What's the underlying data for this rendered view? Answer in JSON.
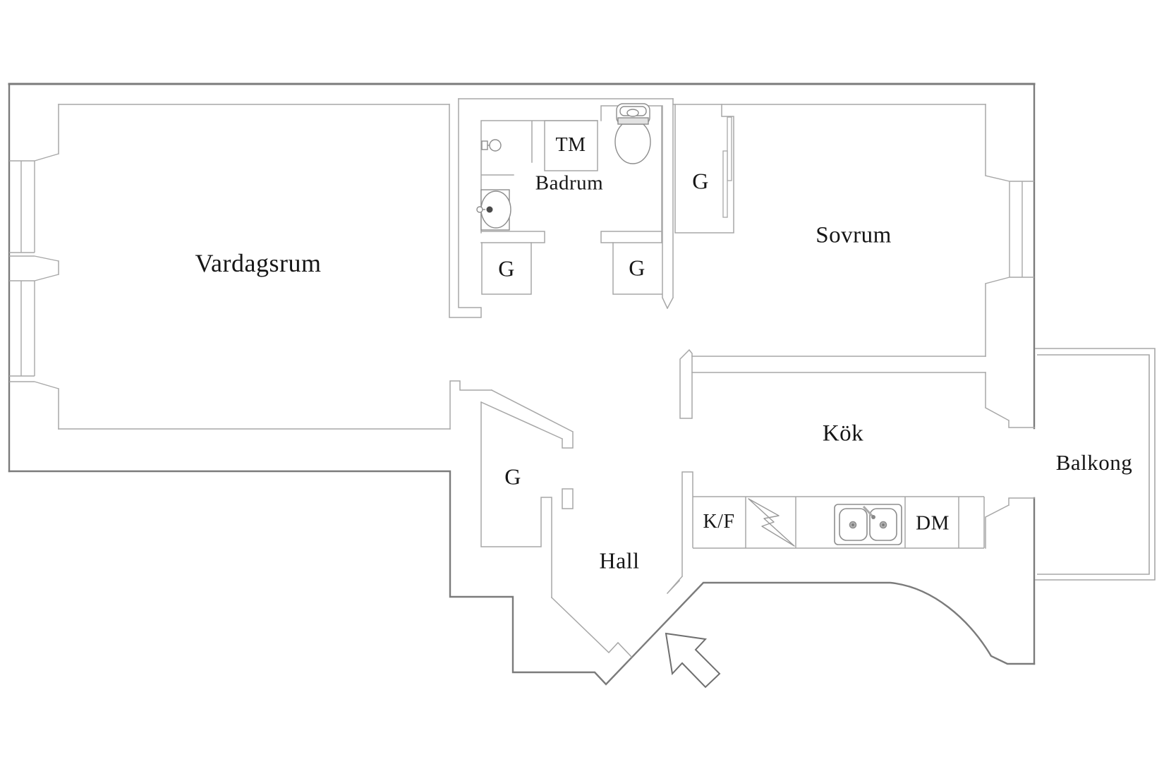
{
  "drawing_type": "apartment floor plan",
  "language": "Swedish",
  "colors": {
    "background": "#ffffff",
    "outer_wall": "#7b7b7b",
    "inner_wall": "#a7a7a7",
    "fixture_line": "#949494",
    "text": "#161616"
  },
  "rooms": {
    "vardagsrum": {
      "label": "Vardagsrum",
      "meaning": "living room"
    },
    "badrum": {
      "label": "Badrum",
      "meaning": "bathroom"
    },
    "sovrum": {
      "label": "Sovrum",
      "meaning": "bedroom"
    },
    "kok": {
      "label": "Kök",
      "meaning": "kitchen"
    },
    "hall": {
      "label": "Hall",
      "meaning": "hallway"
    },
    "balkong": {
      "label": "Balkong",
      "meaning": "balcony"
    }
  },
  "closets": {
    "g_badrum_left": {
      "label": "G"
    },
    "g_badrum_right": {
      "label": "G"
    },
    "g_sovrum": {
      "label": "G"
    },
    "g_hall": {
      "label": "G"
    }
  },
  "appliances": {
    "tm": {
      "label": "TM",
      "meaning": "washing machine"
    },
    "kf": {
      "label": "K/F",
      "meaning": "fridge/freezer"
    },
    "dm": {
      "label": "DM",
      "meaning": "dishwasher"
    }
  },
  "icons": [
    "toilet-icon",
    "bathroom-sink-icon",
    "shower-icon",
    "stove-lightning-icon",
    "kitchen-sink-icon",
    "sliding-door-icon",
    "entrance-arrow-icon",
    "window-icon-left-1",
    "window-icon-left-2",
    "window-icon-sovrum"
  ]
}
